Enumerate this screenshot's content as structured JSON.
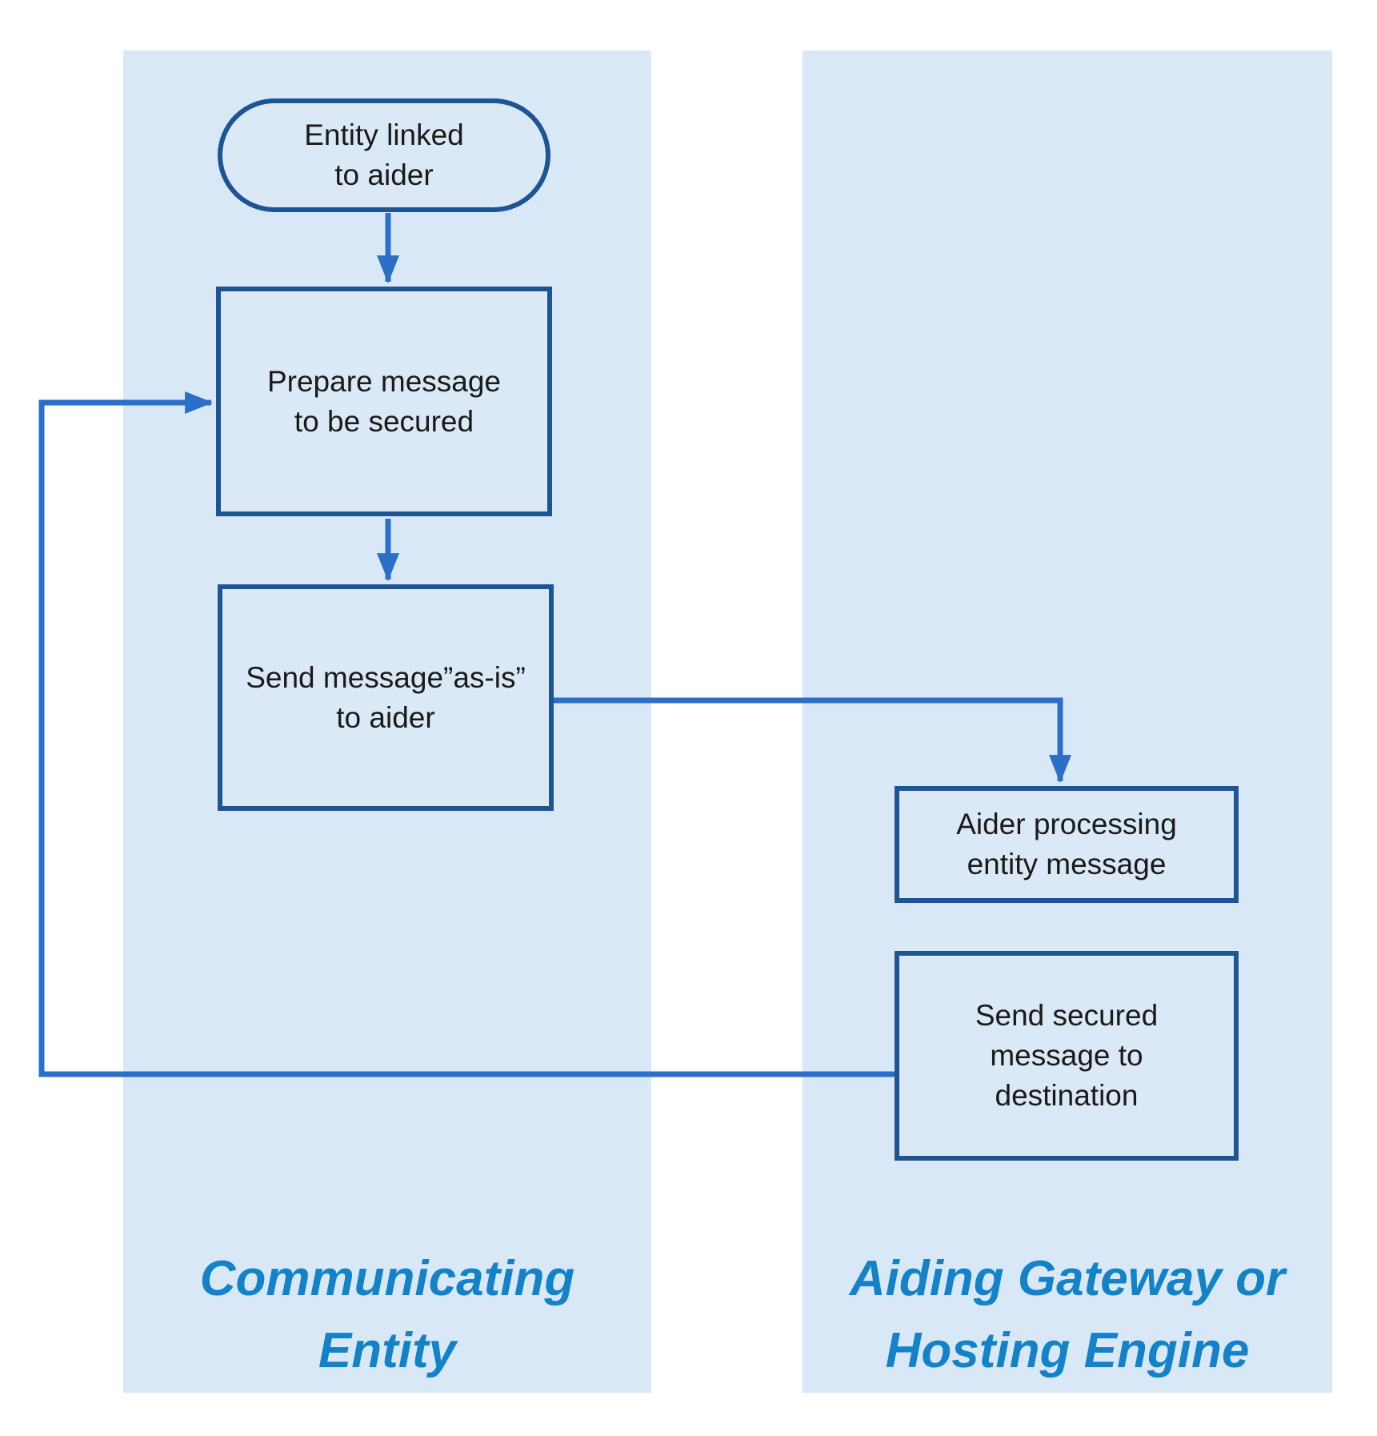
{
  "diagram": {
    "type": "flowchart-swimlanes",
    "lanes": [
      {
        "id": "communicating-entity",
        "label": "Communicating\nEntity"
      },
      {
        "id": "aiding-gateway",
        "label": "Aiding Gateway or\nHosting Engine"
      }
    ],
    "nodes": [
      {
        "id": "entity-linked",
        "shape": "stadium",
        "lane": "communicating-entity",
        "label": "Entity linked\nto aider"
      },
      {
        "id": "prepare-message",
        "shape": "rect",
        "lane": "communicating-entity",
        "label": "Prepare message\nto be secured"
      },
      {
        "id": "send-message-as-is",
        "shape": "rect",
        "lane": "communicating-entity",
        "label": "Send message”as-is”\nto aider"
      },
      {
        "id": "aider-processing",
        "shape": "rect",
        "lane": "aiding-gateway",
        "label": "Aider processing\nentity message"
      },
      {
        "id": "send-secured",
        "shape": "rect",
        "lane": "aiding-gateway",
        "label": "Send secured\nmessage to\ndestination"
      }
    ],
    "edges": [
      {
        "from": "entity-linked",
        "to": "prepare-message"
      },
      {
        "from": "prepare-message",
        "to": "send-message-as-is"
      },
      {
        "from": "send-message-as-is",
        "to": "aider-processing"
      },
      {
        "from": "send-secured",
        "to": "prepare-message"
      }
    ],
    "colors": {
      "background": "#FFFFFF",
      "lane-fill": "#D9E8F6",
      "node-fill": "#DBE9F6",
      "node-border": "#1D5494",
      "arrow": "#2A6FC8",
      "node-text": "#1A1A1A",
      "lane-label": "#1482C8"
    }
  }
}
